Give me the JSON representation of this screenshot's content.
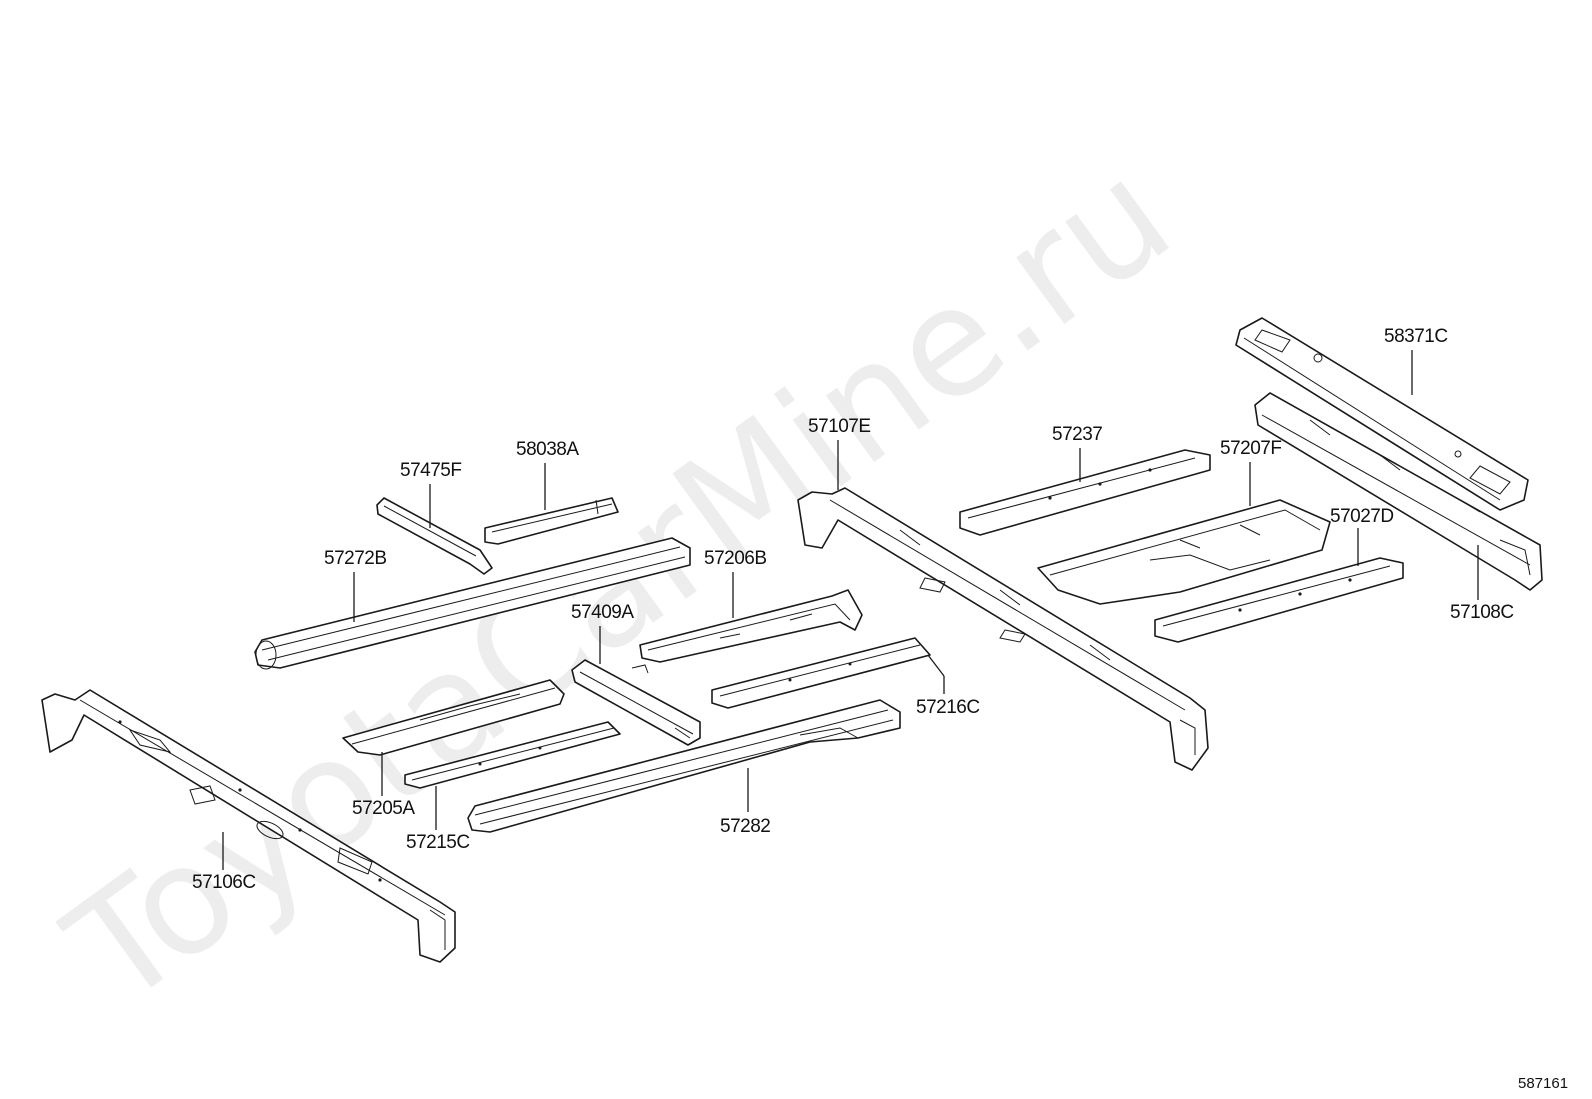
{
  "watermark": "ToyotaCarMine.ru",
  "diagram_code": "587161",
  "parts": {
    "p58371C": "58371C",
    "p57108C": "57108C",
    "p57237": "57237",
    "p57207F": "57207F",
    "p57027D": "57027D",
    "p57107E": "57107E",
    "p58038A": "58038A",
    "p57475F": "57475F",
    "p57272B": "57272B",
    "p57206B": "57206B",
    "p57409A": "57409A",
    "p57216C": "57216C",
    "p57205A": "57205A",
    "p57215C": "57215C",
    "p57282": "57282",
    "p57106C": "57106C"
  }
}
